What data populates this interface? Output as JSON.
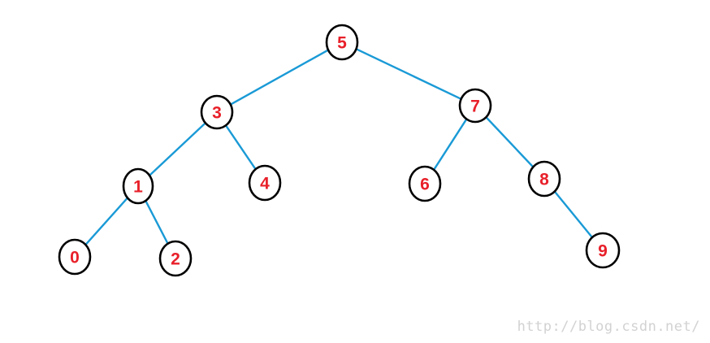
{
  "tree": {
    "nodes": [
      {
        "id": "n5",
        "label": "5"
      },
      {
        "id": "n3",
        "label": "3"
      },
      {
        "id": "n7",
        "label": "7"
      },
      {
        "id": "n1",
        "label": "1"
      },
      {
        "id": "n4",
        "label": "4"
      },
      {
        "id": "n6",
        "label": "6"
      },
      {
        "id": "n8",
        "label": "8"
      },
      {
        "id": "n0",
        "label": "0"
      },
      {
        "id": "n2",
        "label": "2"
      },
      {
        "id": "n9",
        "label": "9"
      }
    ],
    "edges": [
      {
        "from": "n5",
        "to": "n3"
      },
      {
        "from": "n5",
        "to": "n7"
      },
      {
        "from": "n3",
        "to": "n1"
      },
      {
        "from": "n3",
        "to": "n4"
      },
      {
        "from": "n7",
        "to": "n6"
      },
      {
        "from": "n7",
        "to": "n8"
      },
      {
        "from": "n1",
        "to": "n0"
      },
      {
        "from": "n1",
        "to": "n2"
      },
      {
        "from": "n8",
        "to": "n9"
      }
    ],
    "colors": {
      "edge": "#1a9ad6",
      "node_outline": "#000000",
      "node_label": "#e8202a"
    }
  },
  "watermark": "http://blog.csdn.net/"
}
